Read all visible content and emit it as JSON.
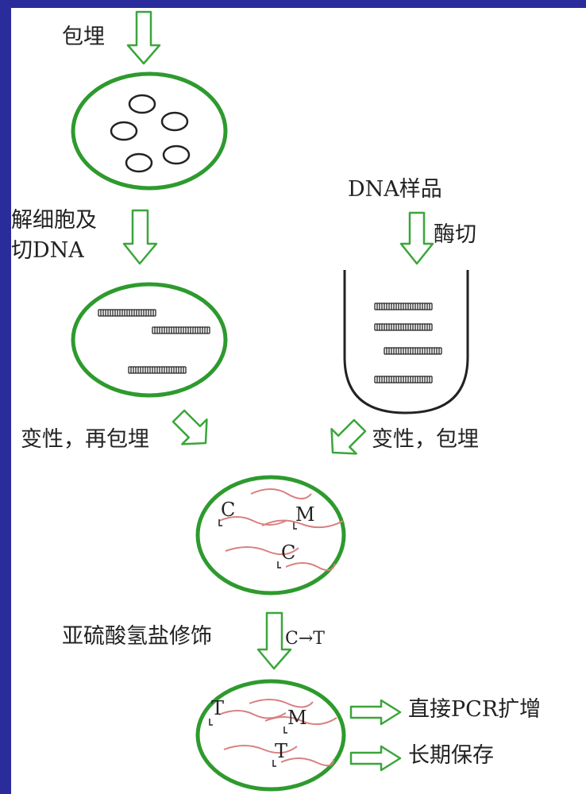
{
  "labels": {
    "embed_top": "包埋",
    "lyse_line1": "解细胞及",
    "lyse_line2": "切DNA",
    "dna_sample": "DNA样品",
    "enzyme_cut": "酶切",
    "denature_reembed": "变性，再包埋",
    "denature_embed": "变性，包埋",
    "bisulfite": "亚硫酸氢盐修饰",
    "conversion": "C→T",
    "direct_pcr": "直接PCR扩增",
    "long_storage": "长期保存"
  },
  "markers_before": [
    "C",
    "M",
    "C"
  ],
  "markers_after": [
    "T",
    "M",
    "T"
  ],
  "colors": {
    "background": "#2a2c9c",
    "circle": "#2e9a2e",
    "arrow": "#3aa63a",
    "strand": "#d98080",
    "text": "#222222"
  }
}
